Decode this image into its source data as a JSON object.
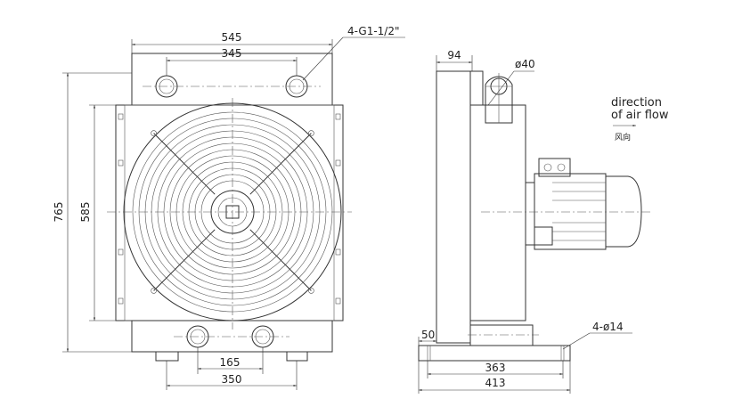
{
  "front_view": {
    "dims": {
      "width_overall": "545",
      "port_spacing_top": "345",
      "height_overall": "765",
      "core_height": "585",
      "port_spacing_bottom": "165",
      "foot_spacing": "350"
    },
    "port_callout": "4-G1-1/2\""
  },
  "side_view": {
    "dims": {
      "depth_top": "94",
      "lifting_eye": "ø40",
      "base_offset": "50",
      "hole_spacing": "363",
      "base_length": "413"
    },
    "hole_callout": "4-ø14"
  },
  "airflow": {
    "line1": "direction",
    "line2": "of air flow",
    "cn_label": "风向"
  }
}
